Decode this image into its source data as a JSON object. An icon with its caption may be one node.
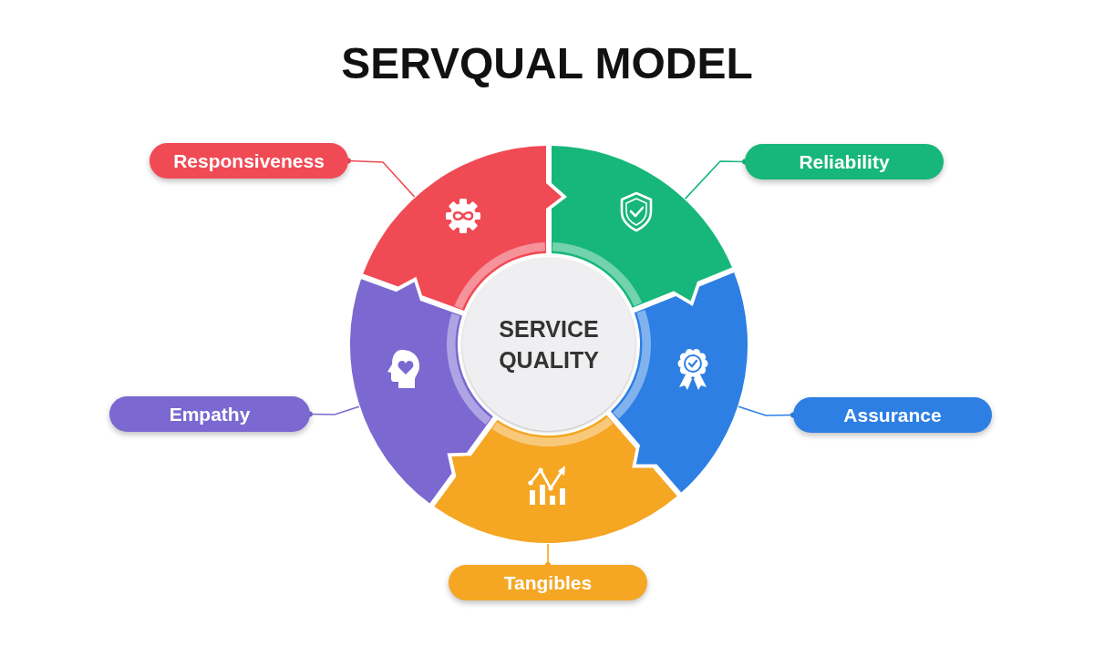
{
  "diagram": {
    "title": "SERVQUAL MODEL",
    "nodes": [
      {
        "text": [
          "SERVICE QUALITY"
        ]
      },
      {
        "text": [],
        "shape": "sector"
      },
      {
        "text": [],
        "shape": "sector"
      },
      {
        "text": [],
        "shape": "sector"
      },
      {
        "text": [],
        "shape": "sector"
      },
      {
        "text": [],
        "shape": "sector"
      },
      {
        "text": [
          "Responsiveness"
        ]
      },
      {
        "text": [
          "Reliability"
        ]
      },
      {
        "text": [
          "Empathy"
        ]
      },
      {
        "text": [
          "Assurance"
        ]
      },
      {
        "text": [
          "Tangibles"
        ]
      }
    ],
    "edges": [
      {
        "from": 6,
        "to": 1,
        "arrow": "other",
        "color": "#f04a55"
      },
      {
        "from": 7,
        "to": 2,
        "arrow": "other",
        "color": "#17b67a"
      },
      {
        "from": 8,
        "to": 3,
        "arrow": "other",
        "color": "#7b68d0"
      },
      {
        "from": 9,
        "to": 4,
        "arrow": "other",
        "color": "#2d7fe3"
      },
      {
        "from": 10,
        "to": 5,
        "arrow": "other",
        "color": "#f5a623"
      }
    ]
  }
}
